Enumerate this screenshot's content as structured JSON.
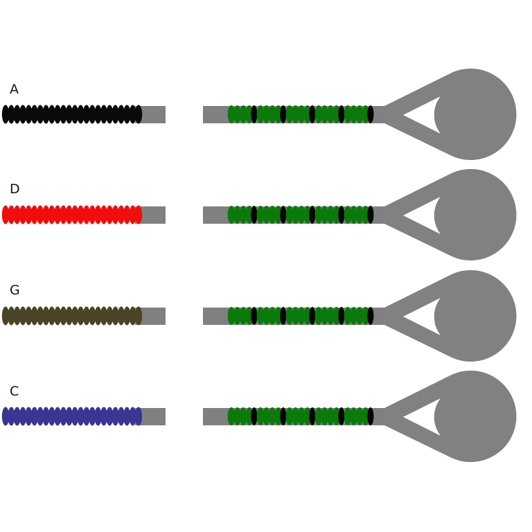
{
  "diagram": {
    "type": "bead-construct-schematic",
    "colors": {
      "background": "#ffffff",
      "stub_gray": "#808082",
      "loop_gray": "#818184",
      "fixed_green": "#0a7a0a",
      "spacer_black": "#050505"
    },
    "left_bead_count": 24,
    "right_segment": {
      "groups": 5,
      "green_beads_per_group": 4,
      "black_bead_after_each_group": true
    },
    "rows": [
      {
        "label": "A",
        "bead_color": "#0a0a0a"
      },
      {
        "label": "D",
        "bead_color": "#f20d0d"
      },
      {
        "label": "G",
        "bead_color": "#4a4426"
      },
      {
        "label": "C",
        "bead_color": "#3b3593"
      }
    ]
  }
}
